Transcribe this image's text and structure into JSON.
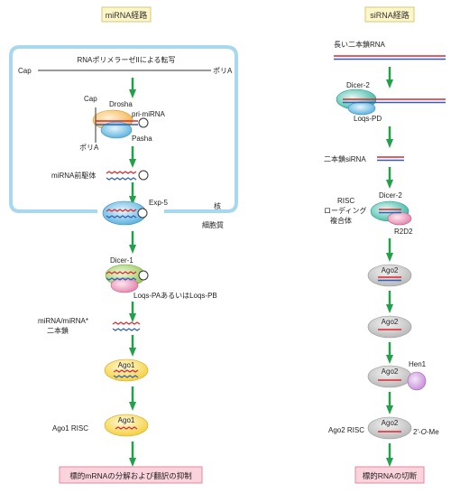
{
  "headers": {
    "mirna": "miRNA経路",
    "sirna": "siRNA経路"
  },
  "mirna": {
    "transcription": "RNAポリメラーゼIIによる転写",
    "cap": "Cap",
    "polya": "ポリA",
    "cap2": "Cap",
    "drosha": "Drosha",
    "pri_mirna": "pri-miRNA",
    "pasha": "Pasha",
    "polya2": "ポリA",
    "precursor": "miRNA前駆体",
    "exp5": "Exp-5",
    "nucleus": "核",
    "cytoplasm": "細胞質",
    "dicer1": "Dicer-1",
    "loqs": "Loqs-PAあるいはLoqs-PB",
    "duplex_line1": "miRNA/miRNA*",
    "duplex_line2": "二本鎖",
    "ago1": "Ago1",
    "ago1_risc_label": "Ago1  RISC",
    "ago1_b": "Ago1",
    "result": "標的mRNAの分解および翻訳の抑制"
  },
  "sirna": {
    "long_dsrna": "長い二本鎖RNA",
    "dicer2": "Dicer-2",
    "loqs_pd": "Loqs-PD",
    "ds_sirna": "二本鎖siRNA",
    "risc_line1": "RISC",
    "risc_line2": "ローディング",
    "risc_line3": "複合体",
    "dicer2_b": "Dicer-2",
    "r2d2": "R2D2",
    "ago2_a": "Ago2",
    "ago2_b": "Ago2",
    "ago2_c": "Ago2",
    "hen1": "Hen1",
    "ago2_risc_label": "Ago2 RISC",
    "ago2_d": "Ago2",
    "omethyl_prefix": "2'-",
    "omethyl_o": "O",
    "omethyl_suffix": "-Me",
    "result": "標的RNAの切断"
  },
  "colors": {
    "arrow": "#22a04a",
    "red_strand": "#e0262e",
    "blue_strand": "#2f5fb8",
    "header_bg": "#fdf6c8",
    "result_bg": "#fbd3dc",
    "nucleus_border": "#a8d8ee"
  }
}
